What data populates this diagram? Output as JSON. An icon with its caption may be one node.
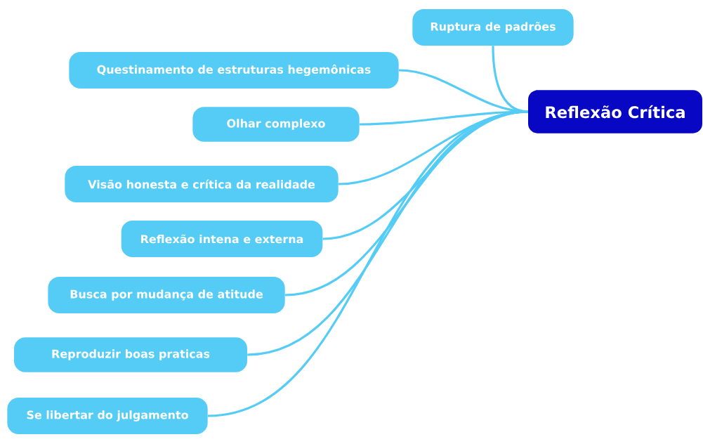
{
  "diagram": {
    "nodes": [
      {
        "text": [
          "Reflexão Crítica"
        ]
      },
      {
        "text": [
          "Ruptura de padrões"
        ]
      },
      {
        "text": [
          "Questinamento de estruturas hegemônicas"
        ]
      },
      {
        "text": [
          "Olhar complexo"
        ]
      },
      {
        "text": [
          "Visão honesta e crítica da realidade"
        ]
      },
      {
        "text": [
          "Reflexão intena e externa"
        ]
      },
      {
        "text": [
          "Busca por mudança de atitude"
        ]
      },
      {
        "text": [
          "Reproduzir boas praticas"
        ]
      },
      {
        "text": [
          "Se libertar do julgamento"
        ]
      }
    ],
    "edges": [
      {
        "from": 0,
        "to": 1,
        "arrow": "none"
      },
      {
        "from": 0,
        "to": 2,
        "arrow": "none"
      },
      {
        "from": 0,
        "to": 3,
        "arrow": "none"
      },
      {
        "from": 0,
        "to": 4,
        "arrow": "none"
      },
      {
        "from": 0,
        "to": 5,
        "arrow": "none"
      },
      {
        "from": 0,
        "to": 6,
        "arrow": "none"
      },
      {
        "from": 0,
        "to": 7,
        "arrow": "none"
      },
      {
        "from": 0,
        "to": 8,
        "arrow": "none"
      }
    ]
  }
}
